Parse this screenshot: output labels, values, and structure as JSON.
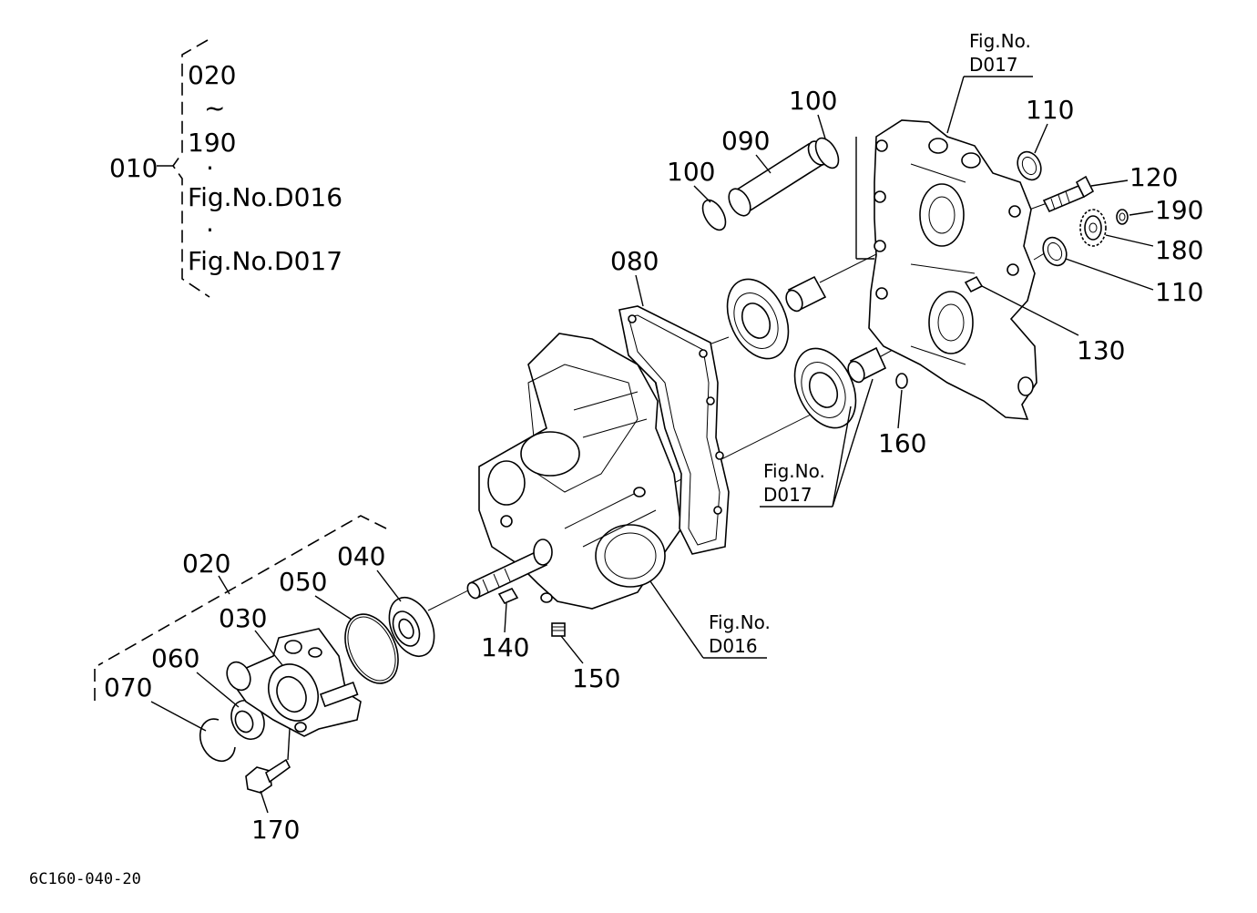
{
  "group": {
    "assembly_number": "010",
    "range_start": "020",
    "range_tilde": "~",
    "range_end": "190",
    "dot": "·",
    "ref_a": "Fig.No.D016",
    "ref_b": "Fig.No.D017"
  },
  "part_labels": {
    "p020": "020",
    "p030": "030",
    "p040": "040",
    "p050": "050",
    "p060": "060",
    "p070": "070",
    "p080": "080",
    "p090": "090",
    "p100_top": "100",
    "p100_left": "100",
    "p110_top": "110",
    "p110_bottom": "110",
    "p120": "120",
    "p130": "130",
    "p140": "140",
    "p150": "150",
    "p160": "160",
    "p170": "170",
    "p180": "180",
    "p190": "190"
  },
  "figure_refs": {
    "top_right": {
      "line1": "Fig.No.",
      "line2": "D017"
    },
    "middle": {
      "line1": "Fig.No.",
      "line2": "D017"
    },
    "bottom": {
      "line1": "Fig.No.",
      "line2": "D016"
    }
  },
  "drawing_code": "6C160-040-20"
}
